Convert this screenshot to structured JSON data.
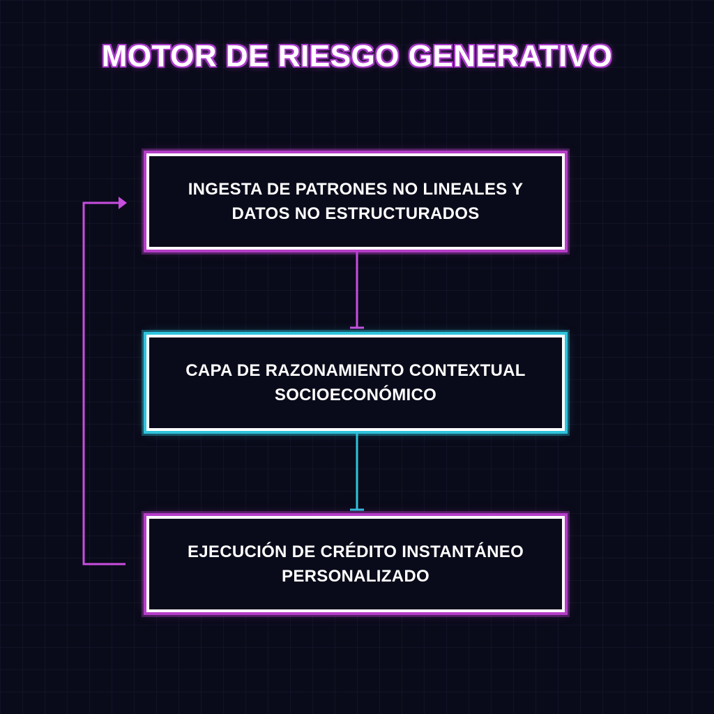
{
  "diagram": {
    "title": "MOTOR DE RIESGO GENERATIVO",
    "nodes": [
      {
        "id": "ingesta",
        "label": "INGESTA DE PATRONES NO LINEALES Y DATOS NO ESTRUCTURADOS",
        "accent": "#b53ec8"
      },
      {
        "id": "razonamiento",
        "label": "CAPA DE RAZONAMIENTO CONTEXTUAL SOCIOECONÓMICO",
        "accent": "#2fc4dc"
      },
      {
        "id": "ejecucion",
        "label": "EJECUCIÓN DE CRÉDITO INSTANTÁNEO PERSONALIZADO",
        "accent": "#b53ec8"
      }
    ],
    "edges": [
      {
        "from": "ingesta",
        "to": "razonamiento",
        "color": "#c94ee0"
      },
      {
        "from": "razonamiento",
        "to": "ejecucion",
        "color": "#2fc4dc"
      },
      {
        "from": "ejecucion",
        "to": "ingesta",
        "color": "#c94ee0"
      }
    ],
    "colors": {
      "background": "#0a0b1a",
      "magenta": "#b53ec8",
      "cyan": "#2fc4dc",
      "text": "#ffffff"
    }
  }
}
